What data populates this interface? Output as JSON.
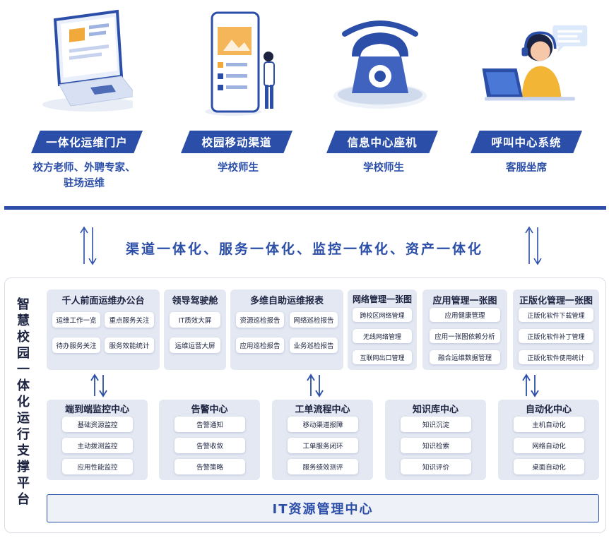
{
  "channels": [
    {
      "title": "一体化运维门户",
      "sub": "校方老师、外聘专家、驻场运维"
    },
    {
      "title": "校园移动渠道",
      "sub": "学校师生"
    },
    {
      "title": "信息中心座机",
      "sub": "学校师生"
    },
    {
      "title": "呼叫中心系统",
      "sub": "客服坐席"
    }
  ],
  "slogan": "渠道一体化、服务一体化、监控一体化、资产一体化",
  "platform_title": "智慧校园一体化运行支撑平台",
  "top_panels": [
    {
      "title": "千人前面运维办公台",
      "items": [
        "运维工作一览",
        "重点服务关注",
        "待办服务关注",
        "服务效能统计"
      ]
    },
    {
      "title": "领导驾驶舱",
      "items": [
        "IT质效大屏",
        "运维运营大屏"
      ]
    },
    {
      "title": "多维自助运维报表",
      "items": [
        "资源巡检报告",
        "网络巡检报告",
        "应用巡检报告",
        "业务巡检报告"
      ]
    },
    {
      "title": "网络管理一张图",
      "items": [
        "跨校区网络管理",
        "无线网络管理",
        "互联网出口管理"
      ]
    },
    {
      "title": "应用管理一张图",
      "items": [
        "应用健康管理",
        "应用一张图依赖分析",
        "融合运维数据管理"
      ]
    },
    {
      "title": "正版化管理一张图",
      "items": [
        "正版化软件下载管理",
        "正版化软件补丁管理",
        "正版化软件使用统计"
      ]
    }
  ],
  "bottom_panels": [
    {
      "title": "端到端监控中心",
      "items": [
        "基础资源监控",
        "主动拨测监控",
        "应用性能监控"
      ]
    },
    {
      "title": "告警中心",
      "items": [
        "告警通知",
        "告警收敛",
        "告警策略"
      ]
    },
    {
      "title": "工单流程中心",
      "items": [
        "移动渠道报障",
        "工单服务闭环",
        "服务绩效测评"
      ]
    },
    {
      "title": "知识库中心",
      "items": [
        "知识沉淀",
        "知识检索",
        "知识评价"
      ]
    },
    {
      "title": "自动化中心",
      "items": [
        "主机自动化",
        "网络自动化",
        "桌面自动化"
      ]
    }
  ],
  "it_center": "IT资源管理中心",
  "colors": {
    "primary": "#2b4ea8",
    "panel": "#e4e8f2",
    "accent": "#f2a93b"
  },
  "icons": [
    "laptop-icon",
    "mobile-user-icon",
    "telephone-icon",
    "headset-agent-icon"
  ]
}
